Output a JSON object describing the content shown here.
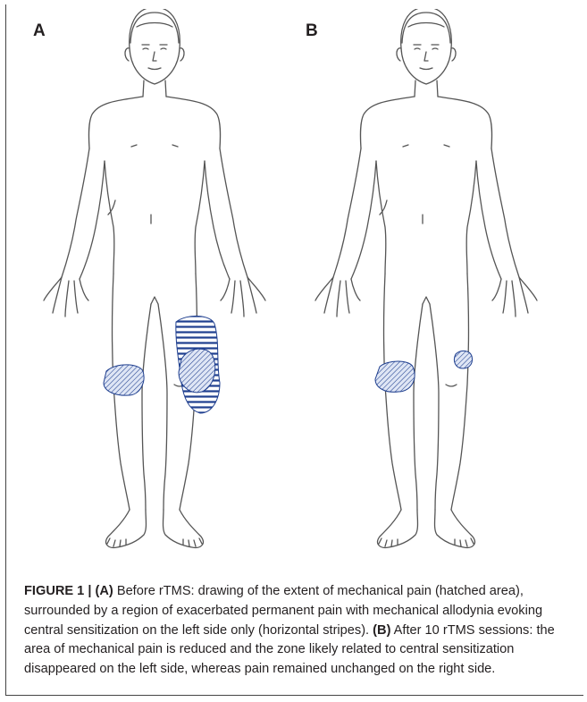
{
  "panels": [
    {
      "label": "A"
    },
    {
      "label": "B"
    }
  ],
  "caption": {
    "figure_label": "FIGURE 1 |",
    "a_label": "(A)",
    "a_text": " Before rTMS: drawing of the extent of mechanical pain (hatched area), surrounded by a region of exacerbated permanent pain with mechanical allodynia evoking central sensitization on the left side only (horizontal stripes). ",
    "b_label": "(B)",
    "b_text": " After 10 rTMS sessions: the area of mechanical pain is reduced and the zone likely related to central sensitization disappeared on the left side, whereas pain remained unchanged on the right side."
  },
  "colors": {
    "hatch": "#1f3f8f",
    "hatch_fill": "#cfd9ef",
    "outline": "#555555"
  }
}
